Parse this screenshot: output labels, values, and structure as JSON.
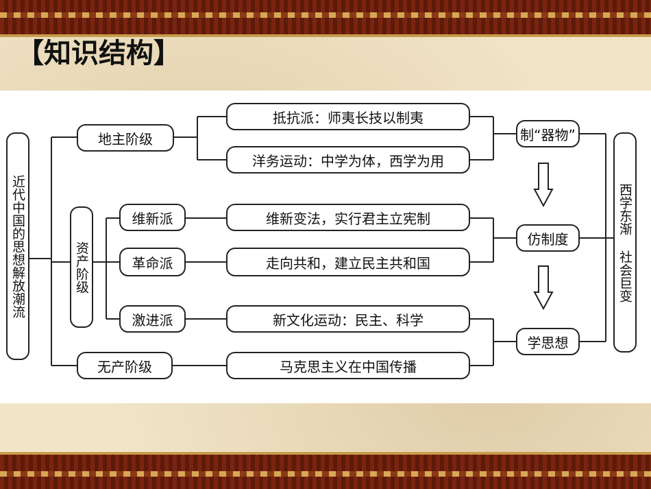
{
  "title": "【知识结构】",
  "root": "近代中国的思想解放潮流",
  "classes": {
    "landlord": "地主阶级",
    "bourgeois": "资产阶级",
    "proletariat": "无产阶级"
  },
  "factions": {
    "reform": "维新派",
    "revolution": "革命派",
    "radical": "激进派"
  },
  "ideas": [
    "抵抗派：师夷长技以制夷",
    "洋务运动：中学为体，西学为用",
    "维新变法，实行君主立宪制",
    "走向共和，建立民主共和国",
    "新文化运动：民主、科学",
    "马克思主义在中国传播"
  ],
  "stages": [
    "制“器物”",
    "仿制度",
    "学思想"
  ],
  "summary": "西学东渐 社会巨变"
}
